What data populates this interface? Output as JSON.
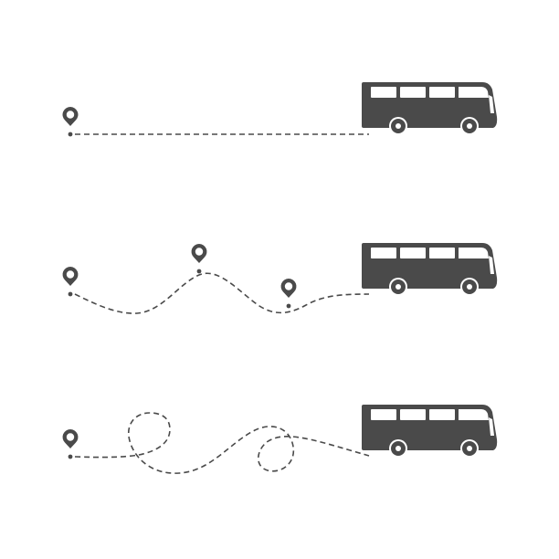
{
  "illustration": {
    "subject": "bus-routes-with-location-pins",
    "ink_color": "#4a4a4a",
    "window_color": "#ffffff",
    "background_color": "#ffffff",
    "routes": [
      {
        "name": "straight-route",
        "pin_count": 1
      },
      {
        "name": "wavy-route",
        "pin_count": 3
      },
      {
        "name": "looped-route",
        "pin_count": 1
      }
    ]
  }
}
